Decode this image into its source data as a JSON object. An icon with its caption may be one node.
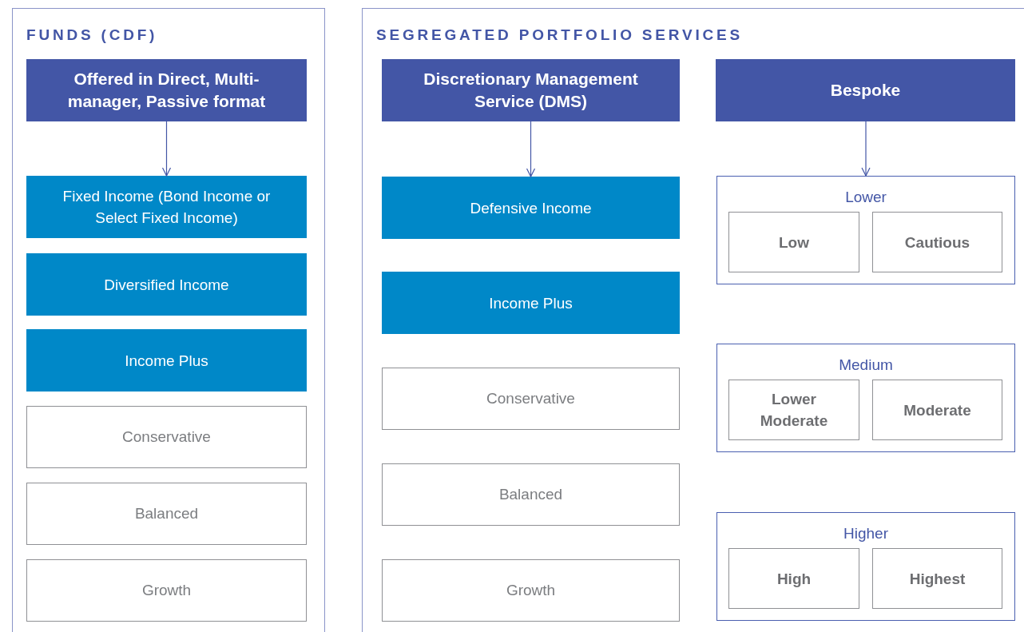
{
  "diagram": {
    "nodes": [
      {
        "text": [
          "FUNDS (CDF)"
        ]
      },
      {
        "text": [
          "Offered in Direct, Multi-manager, Passive format"
        ],
        "in": 0
      },
      {
        "text": [
          "Fixed Income (Bond Income or Select Fixed Income)"
        ],
        "in": 0
      },
      {
        "text": [
          "Diversified Income"
        ],
        "in": 0
      },
      {
        "text": [
          "Income Plus"
        ],
        "in": 0
      },
      {
        "text": [
          "Conservative"
        ],
        "in": 0
      },
      {
        "text": [
          "Balanced"
        ],
        "in": 0
      },
      {
        "text": [
          "Growth"
        ],
        "in": 0
      },
      {
        "text": [
          "SEGREGATED PORTFOLIO SERVICES"
        ]
      },
      {
        "text": [
          "Discretionary Management Service (DMS)"
        ],
        "in": 8
      },
      {
        "text": [
          "Defensive Income"
        ],
        "in": 8
      },
      {
        "text": [
          "Income Plus"
        ],
        "in": 8
      },
      {
        "text": [
          "Conservative"
        ],
        "in": 8
      },
      {
        "text": [
          "Balanced"
        ],
        "in": 8
      },
      {
        "text": [
          "Growth"
        ],
        "in": 8
      },
      {
        "text": [
          "Bespoke"
        ],
        "in": 8
      },
      {
        "text": [
          "Lower"
        ],
        "in": 8
      },
      {
        "text": [
          "Low"
        ],
        "in": 16
      },
      {
        "text": [
          "Cautious"
        ],
        "in": 16
      },
      {
        "text": [
          "Medium"
        ],
        "in": 8
      },
      {
        "text": [
          "Lower Moderate"
        ],
        "in": 19
      },
      {
        "text": [
          "Moderate"
        ],
        "in": 19
      },
      {
        "text": [
          "Higher"
        ],
        "in": 8
      },
      {
        "text": [
          "High"
        ],
        "in": 22
      },
      {
        "text": [
          "Highest"
        ],
        "in": 22
      }
    ],
    "edges": [
      {
        "from": 1,
        "to": 2,
        "arrow": "to"
      },
      {
        "from": 9,
        "to": 10,
        "arrow": "to"
      },
      {
        "from": 15,
        "to": 16,
        "arrow": "to"
      }
    ]
  }
}
